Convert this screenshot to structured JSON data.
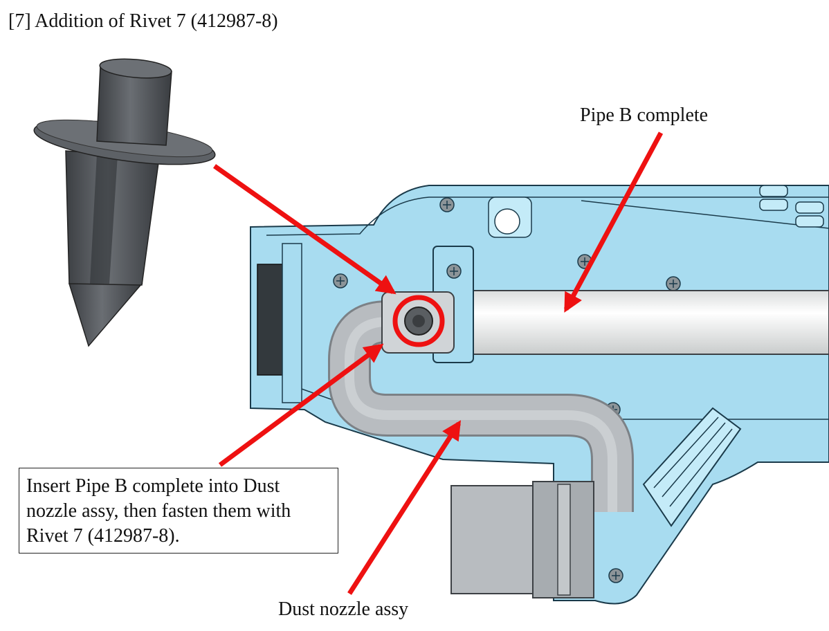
{
  "heading": "[7] Addition of Rivet 7 (412987-8)",
  "labels": {
    "pipe_b": "Pipe B complete",
    "dust_nozzle": "Dust nozzle assy"
  },
  "instruction": "Insert Pipe B complete into Dust nozzle assy, then fasten them with Rivet 7 (412987-8).",
  "colors": {
    "arrow": "#ee1111",
    "housing": "#a8dcf0",
    "housing_outline": "#1a3a4a",
    "rivet": "#55585c",
    "pipe": "#eceeee",
    "nozzle": "#b8bcc0"
  }
}
